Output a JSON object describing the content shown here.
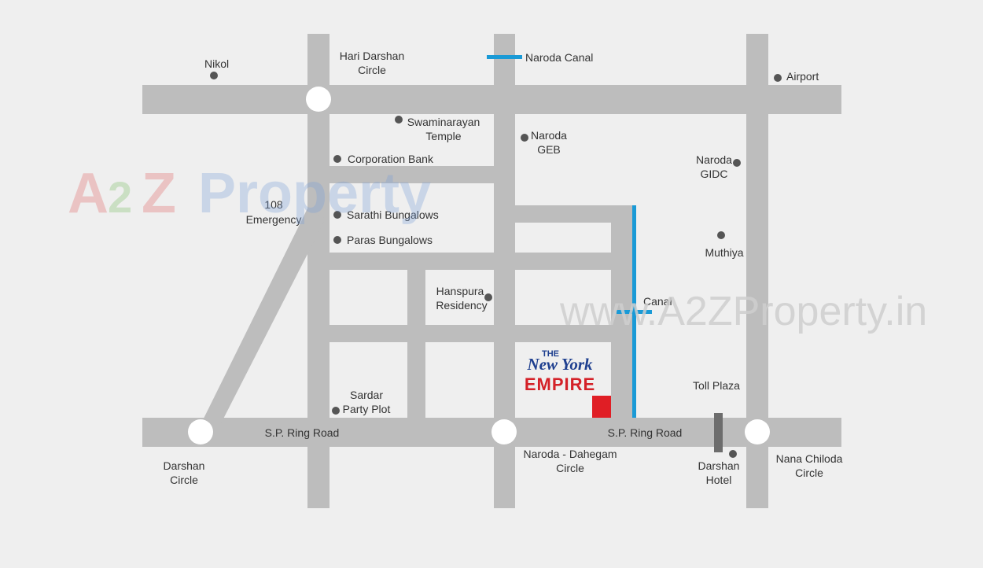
{
  "colors": {
    "background": "#efefef",
    "road": "#bdbdbd",
    "circle": "#ffffff",
    "canal": "#1a9ad6",
    "marker": "#555555",
    "project_marker": "#e01e25",
    "brand_blue": "#1e3f8f",
    "brand_red": "#d42128",
    "toll_bar": "#6d6d6d"
  },
  "watermark": {
    "logo_a1": "A",
    "logo_2": "2",
    "logo_z": "Z",
    "logo_word": "Property",
    "url": "www.A2ZProperty.in"
  },
  "project": {
    "line1": "THE",
    "line2": "New York",
    "line3": "EMPIRE"
  },
  "labels": {
    "nikol": "Nikol",
    "hari_darshan_1": "Hari Darshan",
    "hari_darshan_2": "Circle",
    "naroda_canal": "Naroda Canal",
    "airport": "Airport",
    "swaminarayan_1": "Swaminarayan",
    "swaminarayan_2": "Temple",
    "naroda_geb_1": "Naroda",
    "naroda_geb_2": "GEB",
    "corporation_bank": "Corporation Bank",
    "naroda_gidc_1": "Naroda",
    "naroda_gidc_2": "GIDC",
    "emergency_1": "108",
    "emergency_2": "Emergency",
    "sarathi": "Sarathi Bungalows",
    "paras": "Paras Bungalows",
    "muthiya": "Muthiya",
    "hanspura_1": "Hanspura",
    "hanspura_2": "Residency",
    "canal": "Canal",
    "toll_plaza": "Toll Plaza",
    "sardar_1": "Sardar",
    "sardar_2": "Party Plot",
    "sp_ring_road_1": "S.P. Ring Road",
    "sp_ring_road_2": "S.P. Ring Road",
    "darshan_circle_1": "Darshan",
    "darshan_circle_2": "Circle",
    "naroda_dahegam_1": "Naroda - Dahegam",
    "naroda_dahegam_2": "Circle",
    "darshan_hotel_1": "Darshan",
    "darshan_hotel_2": "Hotel",
    "nana_chiloda_1": "Nana Chiloda",
    "nana_chiloda_2": "Circle"
  }
}
